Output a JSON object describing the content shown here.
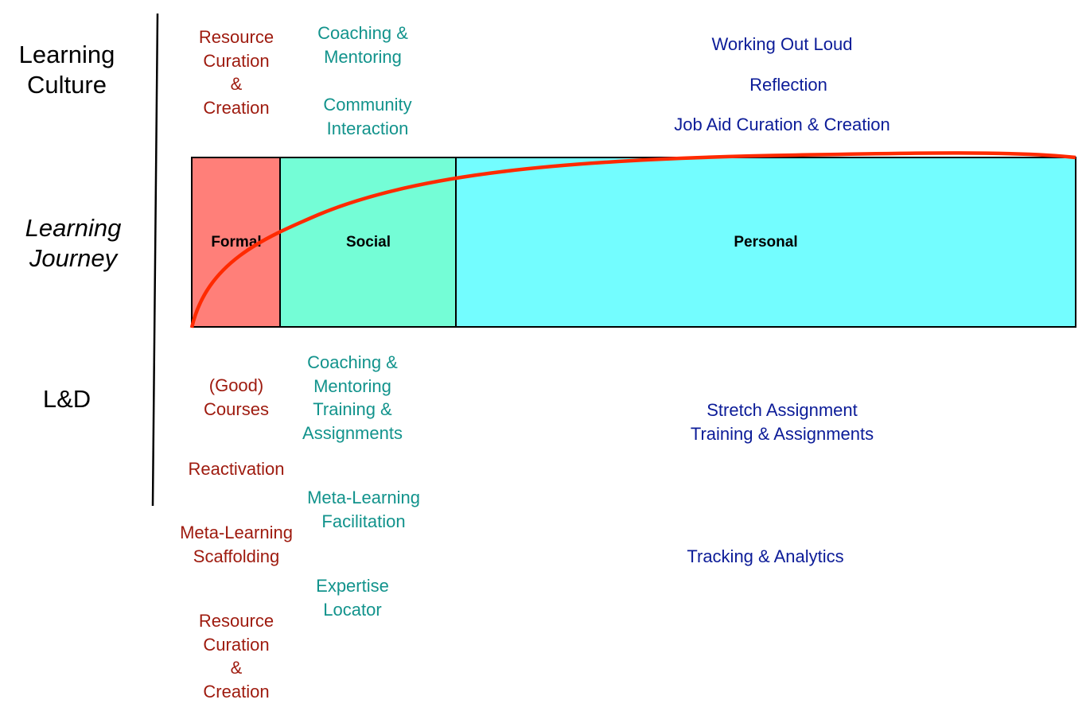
{
  "rows": {
    "culture": "Learning\nCulture",
    "journey": "Learning\nJourney",
    "ld": "L&D"
  },
  "stages": {
    "formal": "Formal",
    "social": "Social",
    "personal": "Personal"
  },
  "colors": {
    "formal": "#ff7f79",
    "social": "#74fdd6",
    "personal": "#73fdff",
    "curve": "#ff2a00"
  },
  "culture": {
    "formal": [
      "Resource\nCuration\n&\nCreation"
    ],
    "social": [
      "Coaching &\nMentoring",
      "Community\nInteraction"
    ],
    "personal": [
      "Working Out Loud",
      "Reflection",
      "Job Aid Curation & Creation"
    ]
  },
  "ld": {
    "formal": [
      "(Good)\nCourses",
      "Reactivation",
      "Meta-Learning\nScaffolding",
      "Resource\nCuration\n&\nCreation"
    ],
    "social": [
      "Coaching &\nMentoring\nTraining &\nAssignments",
      "Meta-Learning\nFacilitation",
      "Expertise\nLocator"
    ],
    "personal": [
      "Stretch Assignment\nTraining & Assignments",
      "Tracking & Analytics"
    ]
  }
}
